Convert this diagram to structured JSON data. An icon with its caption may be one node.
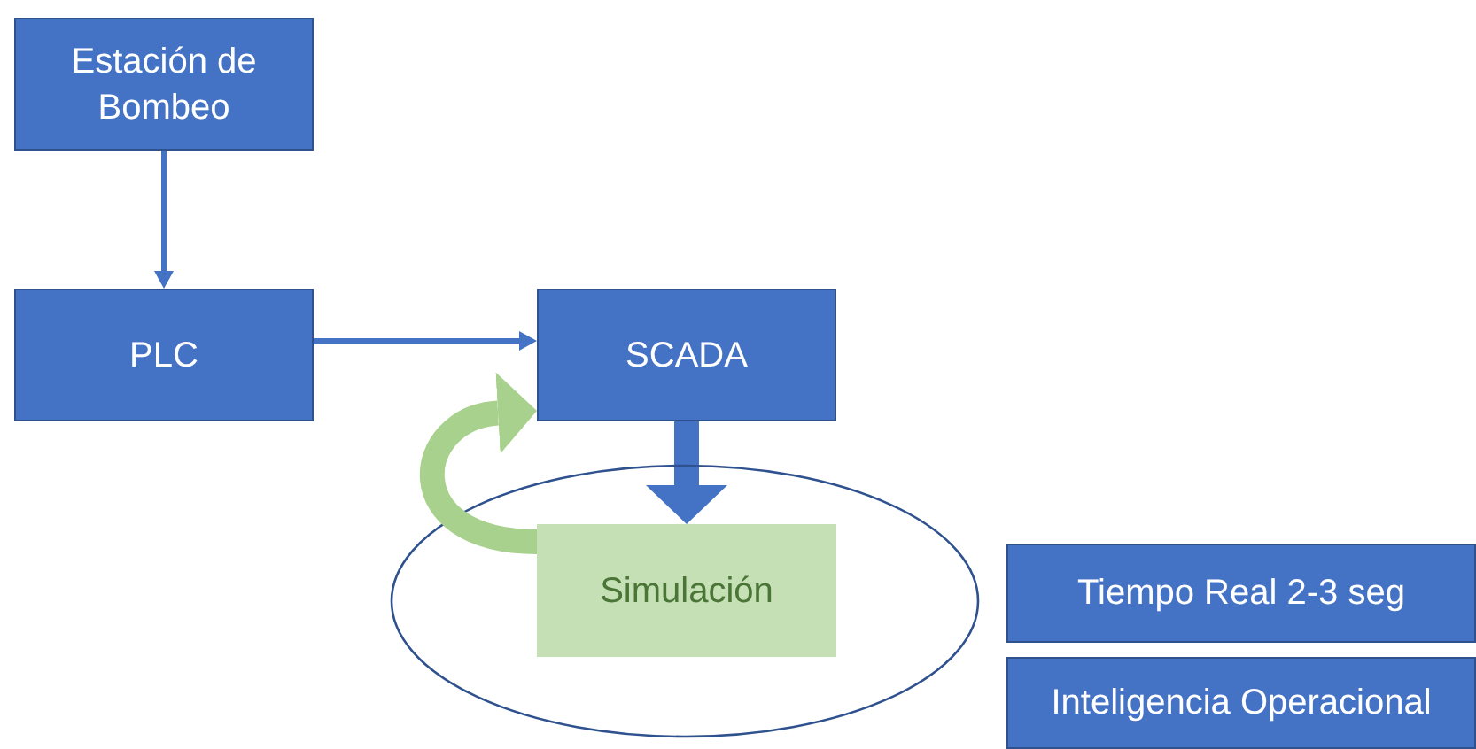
{
  "diagram": {
    "nodes": [
      {
        "text": [
          "Estación de Bombeo"
        ]
      },
      {
        "text": [
          "PLC"
        ]
      },
      {
        "text": [
          "SCADA"
        ]
      },
      {
        "text": [],
        "shape": "ellipse"
      },
      {
        "text": [
          "Simulación"
        ],
        "in": 3
      },
      {
        "text": [
          "Tiempo Real 2-3 seg"
        ]
      },
      {
        "text": [
          "Inteligencia Operacional"
        ]
      }
    ],
    "edges": [
      {
        "from": 0,
        "to": 1,
        "arrow": "to"
      },
      {
        "from": 1,
        "to": 2,
        "arrow": "to"
      },
      {
        "from": 2,
        "to": 4,
        "arrow": "to",
        "style": "thick"
      },
      {
        "from": 4,
        "to": 2,
        "arrow": "to",
        "style": "thick",
        "color": "#a9d18e"
      }
    ]
  }
}
